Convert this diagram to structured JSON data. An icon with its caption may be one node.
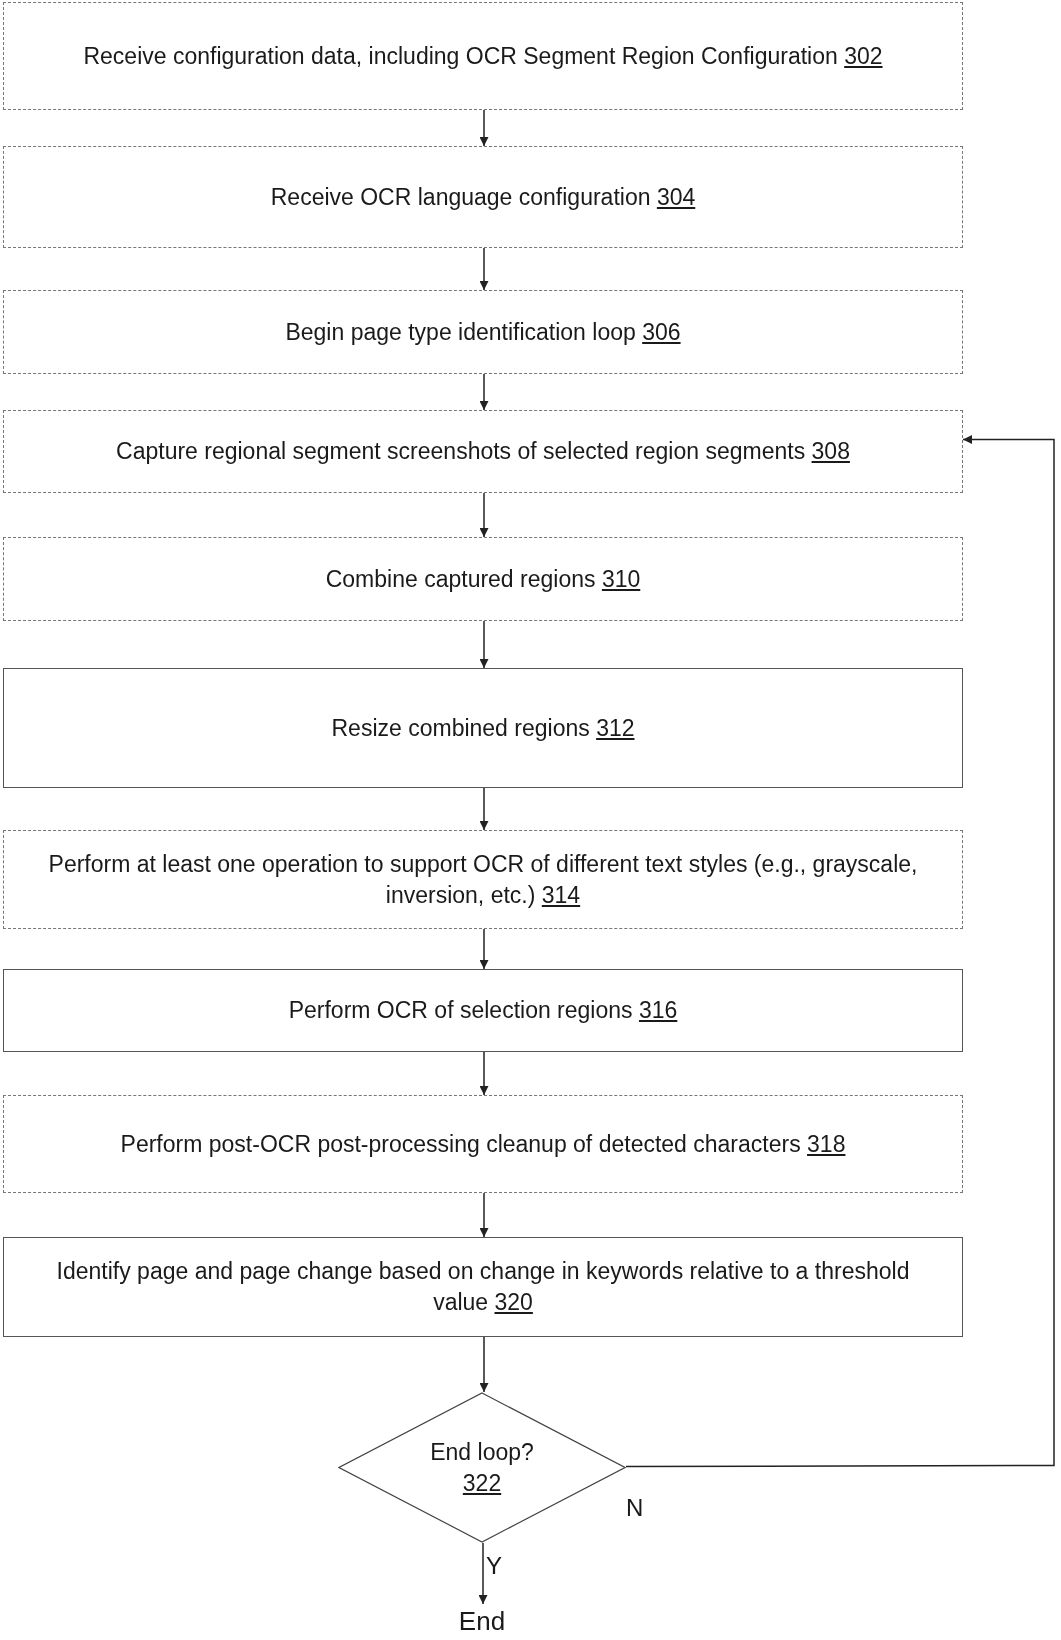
{
  "diagram": {
    "nodes": [
      {
        "text": [
          "Receive configuration data, including OCR Segment Region Configuration",
          "302"
        ]
      },
      {
        "text": [
          "Receive OCR language configuration",
          "304"
        ]
      },
      {
        "text": [
          "Begin page type identification loop",
          "306"
        ]
      },
      {
        "text": [
          "Capture regional segment screenshots of selected region segments",
          "308"
        ]
      },
      {
        "text": [
          "Combine captured regions",
          "310"
        ]
      },
      {
        "text": [
          "Resize combined regions",
          "312"
        ]
      },
      {
        "text": [
          "Perform at least one operation to support OCR of different text styles (e.g., grayscale, inversion, etc.)",
          "314"
        ]
      },
      {
        "text": [
          "Perform OCR of selection regions",
          "316"
        ]
      },
      {
        "text": [
          "Perform post-OCR post-processing cleanup of detected characters",
          "318"
        ]
      },
      {
        "text": [
          "Identify page and page change based on change in keywords relative to a threshold value",
          "320"
        ]
      },
      {
        "text": [
          "End loop?",
          "322"
        ]
      },
      {
        "text": [
          "End"
        ]
      }
    ],
    "edges": [
      {
        "from": 0,
        "to": 1,
        "arrow": "to"
      },
      {
        "from": 1,
        "to": 2,
        "arrow": "to"
      },
      {
        "from": 2,
        "to": 3,
        "arrow": "to"
      },
      {
        "from": 3,
        "to": 4,
        "arrow": "to"
      },
      {
        "from": 4,
        "to": 5,
        "arrow": "to"
      },
      {
        "from": 5,
        "to": 6,
        "arrow": "to"
      },
      {
        "from": 6,
        "to": 7,
        "arrow": "to"
      },
      {
        "from": 7,
        "to": 8,
        "arrow": "to"
      },
      {
        "from": 8,
        "to": 9,
        "arrow": "to"
      },
      {
        "from": 9,
        "to": 10,
        "arrow": "to"
      },
      {
        "from": 10,
        "to": 11,
        "arrow": "to",
        "label": "Y"
      },
      {
        "from": 10,
        "to": 3,
        "arrow": "to",
        "label": "N"
      }
    ]
  }
}
